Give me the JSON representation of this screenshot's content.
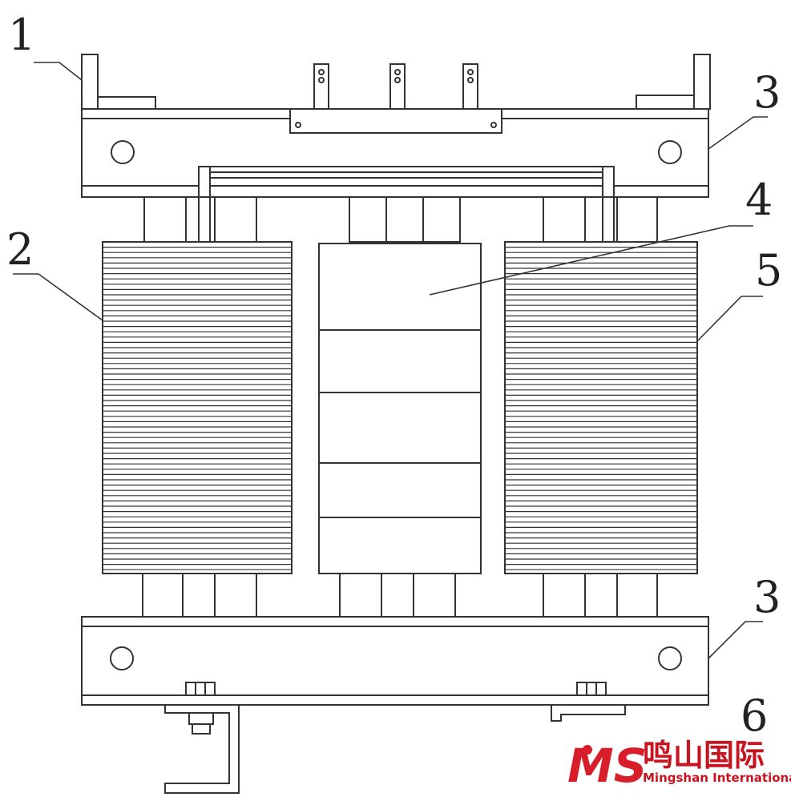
{
  "labels": {
    "clamp": "1",
    "left_coil": "2",
    "upper_yoke_clamp": "3",
    "core_limb": "4",
    "right_coil": "5",
    "lower_yoke_clamp": "3",
    "foot": "6"
  },
  "logo": {
    "mark": "MS",
    "chinese": "鸣山国际",
    "english": "Mingshan International"
  },
  "colors": {
    "line": "#333333",
    "logo_red": "#d81e2a"
  }
}
